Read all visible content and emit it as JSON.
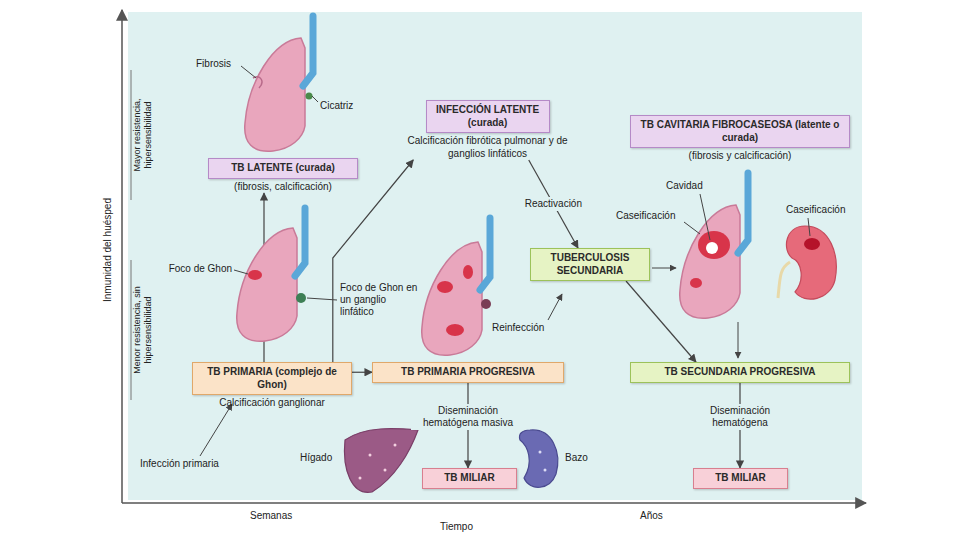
{
  "diagram": {
    "nodes": [
      {
        "text": [
          "TB LATENTE (curada)",
          "(fibrosis, calcificación)"
        ]
      },
      {
        "text": [
          "INFECCIÓN LATENTE (curada)",
          "Calcificación fibrótica pulmonar y de ganglios linfáticos"
        ]
      },
      {
        "text": [
          "TB CAVITARIA FIBROCASEOSA (latente o curada)",
          "(fibrosis y calcificación)"
        ]
      },
      {
        "text": [
          "TUBERCULOSIS SECUNDARIA"
        ]
      },
      {
        "text": [
          "TB PRIMARIA (complejo de Ghon)",
          "Calcificación ganglionar"
        ]
      },
      {
        "text": [
          "TB PRIMARIA PROGRESIVA"
        ]
      },
      {
        "text": [
          "TB SECUNDARIA PROGRESIVA"
        ]
      },
      {
        "text": [
          "TB MILIAR"
        ]
      },
      {
        "text": [
          "TB MILIAR"
        ]
      }
    ],
    "edges": [
      {
        "from": 4,
        "to": 0,
        "arrow": "to"
      },
      {
        "from": 4,
        "to": 5,
        "arrow": "to"
      },
      {
        "from": 4,
        "to": 1,
        "arrow": "to"
      },
      {
        "from": 1,
        "to": 3,
        "arrow": "to",
        "label": "Reactivación"
      },
      {
        "from": 3,
        "to": 6,
        "arrow": "to"
      },
      {
        "from": 5,
        "to": 7,
        "arrow": "to",
        "label": "Diseminación hematógena masiva"
      },
      {
        "from": 6,
        "to": 8,
        "arrow": "to",
        "label": "Diseminación hematógena"
      }
    ],
    "labels": [
      "Fibrosis",
      "Cicatriz",
      "Foco de Ghon",
      "Foco de Ghon en un ganglio linfático",
      "Infección primaria",
      "Hígado",
      "Bazo",
      "Reinfección",
      "Cavidad",
      "Caseificación",
      "Caseificación",
      "Inmunidad del huésped",
      "Mayor resistencia, hipersensibilidad",
      "Menor resistencia, sin hipersensibilidad",
      "Semanas",
      "Tiempo",
      "Años"
    ]
  }
}
